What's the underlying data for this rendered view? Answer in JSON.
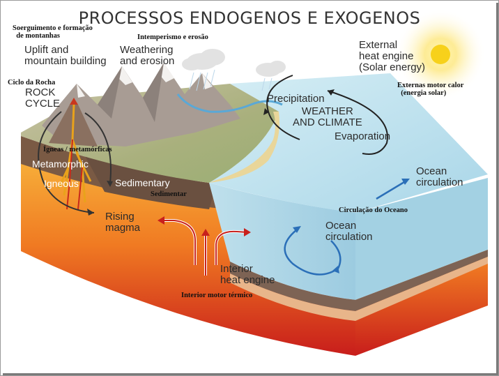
{
  "title": "PROCESSOS ENDOGENOS E EXOGENOS",
  "labels_en": {
    "uplift": "Uplift and\nmountain building",
    "weathering": "Weathering\nand erosion",
    "external_heat": "External\nheat engine\n(Solar energy)",
    "rock_cycle": "ROCK\nCYCLE",
    "precipitation": "Precipitation",
    "weather_climate": "WEATHER\nAND CLIMATE",
    "evaporation": "Evaporation",
    "metamorphic": "Metamorphic",
    "igneous": "Igneous",
    "sedimentary": "Sedimentary",
    "ocean_circulation_top": "Ocean\ncirculation",
    "rising_magma": "Rising\nmagma",
    "ocean_circulation_bottom": "Ocean\ncirculation",
    "interior_heat": "Interior\nheat engine"
  },
  "labels_pt": {
    "soerguimento": "Soerguimento e formação\n  de montanhas",
    "intemperismo": "Intemperismo e erosão",
    "ciclo": "Ciclo da Rocha",
    "externas": "Externas motor calor\n  (energia solar)",
    "igneas": "Ígneas / metamórficas",
    "sedimentar": "Sedimentar",
    "circulacao": "Circulação do Oceano",
    "interior": "Interior motor térmico"
  },
  "colors": {
    "ocean": "#bfe3ef",
    "land": "#b7b08b",
    "mantle_orange": "#f29a2e",
    "mantle_red": "#d8241e",
    "crust_brown": "#6a5040",
    "sun": "#f7d11b",
    "arrow_blue": "#2b6fb8",
    "arrow_red": "#c8201c"
  }
}
